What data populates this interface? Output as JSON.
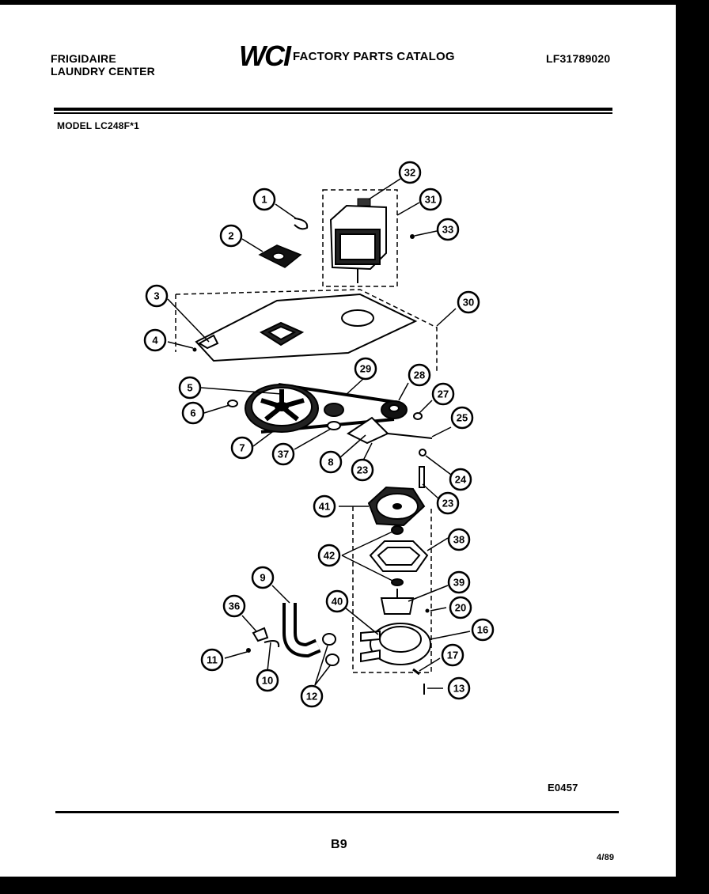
{
  "header": {
    "brand_line1": "FRIGIDAIRE",
    "brand_line2": "LAUNDRY CENTER",
    "logo": "WCI",
    "catalog_title": "FACTORY PARTS CATALOG",
    "part_number": "LF31789020"
  },
  "model_label": "MODEL LC248F*1",
  "callouts": [
    "1",
    "2",
    "3",
    "4",
    "5",
    "6",
    "7",
    "8",
    "9",
    "10",
    "11",
    "12",
    "13",
    "16",
    "17",
    "20",
    "23",
    "23",
    "24",
    "25",
    "27",
    "28",
    "29",
    "30",
    "31",
    "32",
    "33",
    "36",
    "37",
    "38",
    "39",
    "40",
    "41",
    "42"
  ],
  "footer": {
    "diagram_code": "E0457",
    "page": "B9",
    "date": "4/89"
  }
}
